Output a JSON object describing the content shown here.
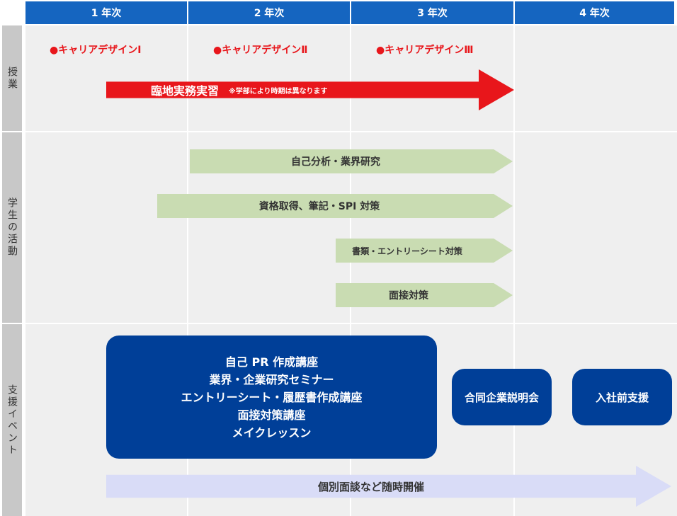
{
  "years": [
    "1 年次",
    "2 年次",
    "3 年次",
    "4 年次"
  ],
  "rows": {
    "classes": "授業",
    "activities": "学生の活動",
    "events": "支援イベント"
  },
  "courses": [
    "●キャリアデザインⅠ",
    "●キャリアデザインⅡ",
    "●キャリアデザインⅢ"
  ],
  "internship": {
    "label": "臨地実務実習",
    "note": "※学部により時期は異なります"
  },
  "activities": [
    "自己分析・業界研究",
    "資格取得、筆記・SPI 対策",
    "書類・エントリーシート対策",
    "面接対策"
  ],
  "events_main": [
    "自己 PR 作成講座",
    "業界・企業研究セミナー",
    "エントリーシート・履歴書作成講座",
    "面接対策講座",
    "メイクレッスン"
  ],
  "joint_fair": "合同企業説明会",
  "pre_entry": "入社前支援",
  "consultation": "個別面談など随時開催",
  "colors": {
    "header": "#1565c0",
    "red": "#e8161b",
    "green": "#c9dcb2",
    "navy": "#003f98",
    "lavender": "#d9dcf7"
  }
}
